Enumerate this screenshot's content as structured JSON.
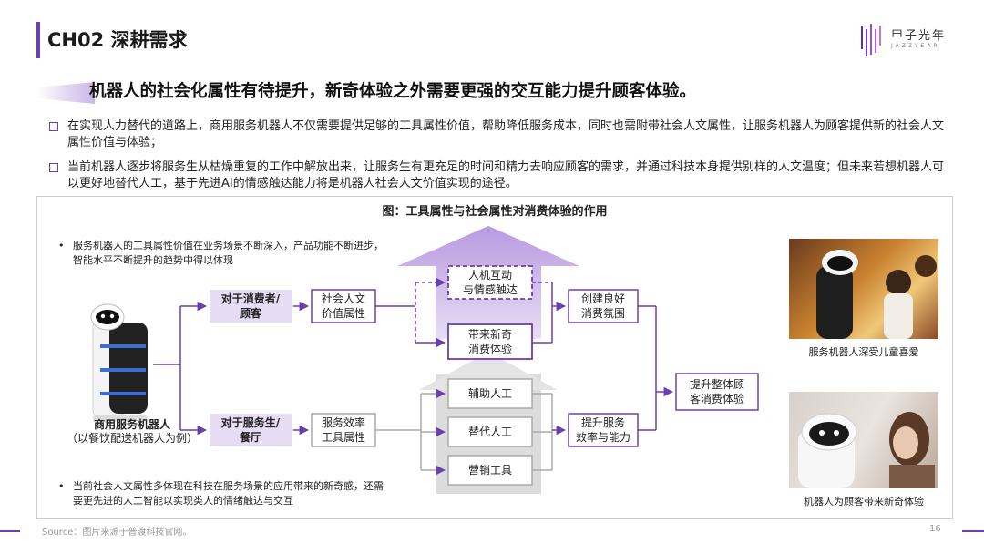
{
  "header": {
    "section_title": "CH02 深耕需求",
    "logo_cn": "甲子光年",
    "logo_en": "JAZZYEAR"
  },
  "headline": "机器人的社会化属性有待提升，新奇体验之外需要更强的交互能力提升顾客体验。",
  "bullets": [
    "在实现人力替代的道路上，商用服务机器人不仅需要提供足够的工具属性价值，帮助降低服务成本，同时也需附带社会人文属性，让服务机器人为顾客提供新的社会人文属性价值与体验；",
    "当前机器人逐步将服务生从枯燥重复的工作中解放出来，让服务生有更充足的时间和精力去响应顾客的需求，并通过科技本身提供别样的人文温度；但未来若想机器人可以更好地替代人工，基于先进AI的情感触达能力将是机器人社会人文价值实现的途径。"
  ],
  "diagram": {
    "title": "图：工具属性与社会属性对消费体验的作用",
    "note_top": "服务机器人的工具属性价值在业务场景不断深入，产品功能不断进步，智能水平不断提升的趋势中得以体现",
    "note_bottom": "当前社会人文属性多体现在科技在服务场景的应用带来的新奇感，还需要更先进的人工智能以实现类人的情绪触达与交互",
    "bullet_char": "•",
    "robot_label_1": "商用服务机器人",
    "robot_label_2": "（以餐饮配送机器人为例）",
    "consumer_box": "对于消费者/\n顾客",
    "waiter_box": "对于服务生/\n餐厅",
    "social_attr": "社会人文\n价值属性",
    "tool_attr": "服务效率\n工具属性",
    "interaction": "人机互动\n与情感触达",
    "novelty": "带来新奇\n消费体验",
    "assist": "辅助人工",
    "replace": "替代人工",
    "marketing": "营销工具",
    "atmosphere": "创建良好\n消费氛围",
    "efficiency": "提升服务\n效率与能力",
    "overall": "提升整体顾\n客消费体验",
    "photo_caption_1": "服务机器人深受儿童喜爱",
    "photo_caption_2": "机器人为顾客带来新奇体验"
  },
  "footer": {
    "source": "Source：图片来源于普渡科技官网。",
    "page": "16"
  },
  "colors": {
    "accent": "#6a3fb0",
    "light_purple_fill": "#e6dcf4",
    "arrow_purple": "#c9b5e6",
    "gray_arrow": "#dcdcdc"
  }
}
